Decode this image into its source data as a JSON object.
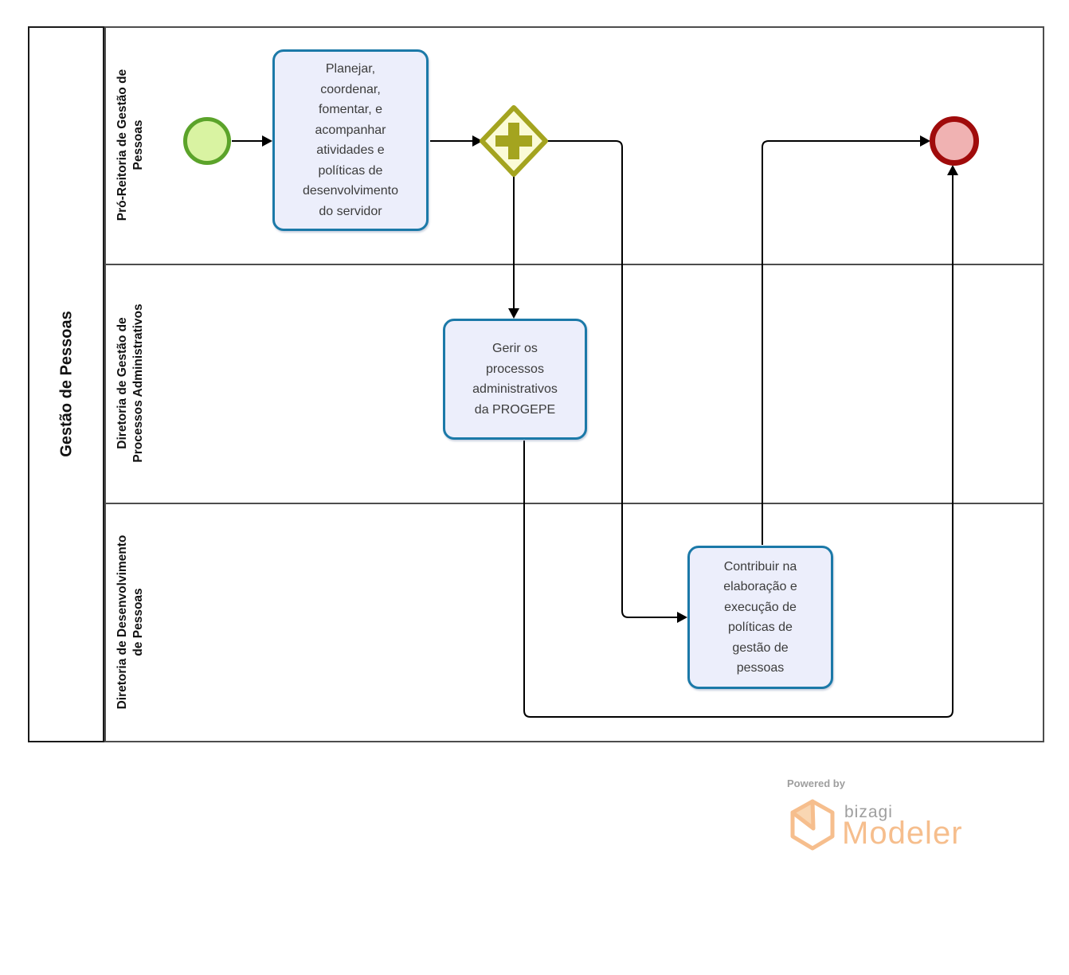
{
  "pool": {
    "label": "Gestão de Pessoas",
    "lanes": [
      {
        "label": "Pró-Reitoria de Gestão de\nPessoas"
      },
      {
        "label": "Diretoria de Gestão de\nProcessos Administrativos"
      },
      {
        "label": "Diretoria de Desenvolvimento\nde Pessoas"
      }
    ]
  },
  "nodes": {
    "start_event": {
      "type": "start-event"
    },
    "task_planejar": {
      "label": "Planejar,\ncoordenar,\nfomentar, e\nacompanhar\natividades e\npolíticas de\ndesenvolvimento\ndo servidor"
    },
    "parallel_gateway": {
      "type": "parallel-gateway"
    },
    "task_gerir": {
      "label": "Gerir os\nprocessos\nadministrativos\nda PROGEPE"
    },
    "task_contribuir": {
      "label": "Contribuir na\nelaboração e\nexecução de\npolíticas de\ngestão de\npessoas"
    },
    "end_event": {
      "type": "end-event"
    }
  },
  "footer": {
    "powered_by": "Powered by",
    "brand": "bizagi",
    "product": "Modeler"
  },
  "colors": {
    "task_fill": "#ECEEFB",
    "task_border": "#1B79A8",
    "start_fill": "#D9F3A2",
    "start_border": "#5BA32A",
    "end_fill": "#F0B2B2",
    "end_border": "#A00B0B",
    "gateway_fill": "#FBFBD7",
    "gateway_border": "#A4A41F",
    "flow": "#000000",
    "lane_border": "#4D4D4D",
    "logo_orange": "#F6BE8D",
    "logo_flap": "#F9D6B2",
    "logo_gray": "#9E9E9E"
  }
}
